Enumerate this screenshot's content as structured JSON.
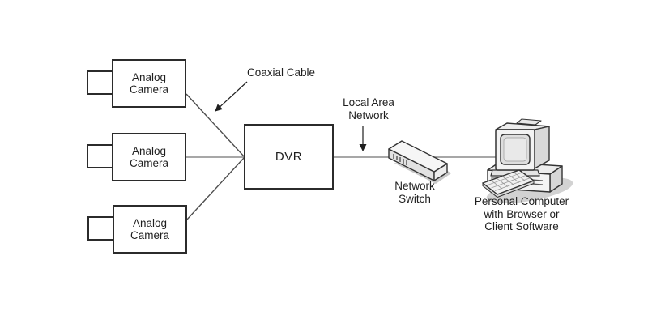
{
  "diagram": {
    "type": "network-topology",
    "title_visible": false,
    "boxes": {
      "cameras": [
        {
          "label": "Analog\nCamera"
        },
        {
          "label": "Analog\nCamera"
        },
        {
          "label": "Analog\nCamera"
        }
      ],
      "dvr": {
        "label": "DVR"
      }
    },
    "annotations": {
      "coaxial_cable": "Coaxial Cable",
      "local_area_network": "Local Area\nNetwork"
    },
    "captions": {
      "network_switch": "Network\nSwitch",
      "personal_computer": "Personal Computer\nwith Browser or\nClient Software"
    },
    "icons": {
      "camera_lens": "camera-lens-block",
      "network_switch": "network-switch-3d-box",
      "personal_computer": "desktop-pc-crt-keyboard",
      "arrows": [
        "diagonal-arrow-to-coax-line",
        "down-arrow-to-lan-line"
      ]
    },
    "connections": [
      {
        "from": "analog-camera-1",
        "to": "dvr",
        "medium": "coaxial cable"
      },
      {
        "from": "analog-camera-2",
        "to": "dvr",
        "medium": "coaxial cable"
      },
      {
        "from": "analog-camera-3",
        "to": "dvr",
        "medium": "coaxial cable"
      },
      {
        "from": "dvr",
        "to": "network-switch",
        "medium": "local area network"
      },
      {
        "from": "network-switch",
        "to": "personal-computer",
        "medium": "local area network"
      }
    ],
    "colors": {
      "background": "#ffffff",
      "box_border": "#2b2b2b",
      "text": "#1f1f1f",
      "connector_gray": "#8a8a8a",
      "connector_dark": "#4d4d4d",
      "arrow": "#1f1f1f",
      "icon_fill_light": "#f2f2f2",
      "icon_fill_mid": "#dcdcdc",
      "icon_shadow": "#c9c9c9"
    }
  }
}
